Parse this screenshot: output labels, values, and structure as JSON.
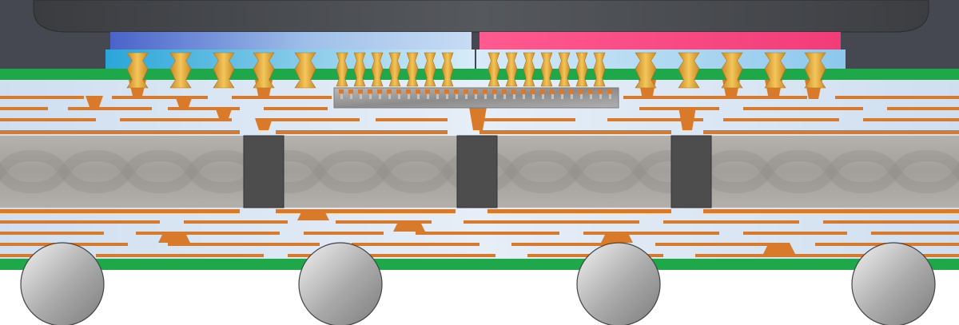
{
  "diagram": {
    "kind": "package-cross-section",
    "text_labels": [],
    "components": {
      "mold_compound": {
        "name": "mold-compound",
        "color": "#4a4d52"
      },
      "die_left": {
        "name": "die-left",
        "color": "#4a63c9"
      },
      "die_right": {
        "name": "die-right",
        "color": "#f04a85"
      },
      "bridge": {
        "name": "embedded-bridge-die",
        "color": "#9c9c9c"
      },
      "solder_mask": {
        "name": "solder-mask",
        "color": "#1fa84a"
      },
      "dielectric": {
        "name": "dielectric-buildup",
        "color": "#d6e4f2"
      },
      "copper": {
        "name": "copper-trace",
        "color": "#d97a2b"
      },
      "microbump": {
        "name": "microbump",
        "color": "#e8b43a"
      },
      "core": {
        "name": "glass-fiber-core",
        "color": "#a8a4a0"
      },
      "via": {
        "name": "core-via",
        "color": "#4d4d4d"
      },
      "ball": {
        "name": "solder-ball",
        "color": "#c9c9c9"
      }
    }
  }
}
